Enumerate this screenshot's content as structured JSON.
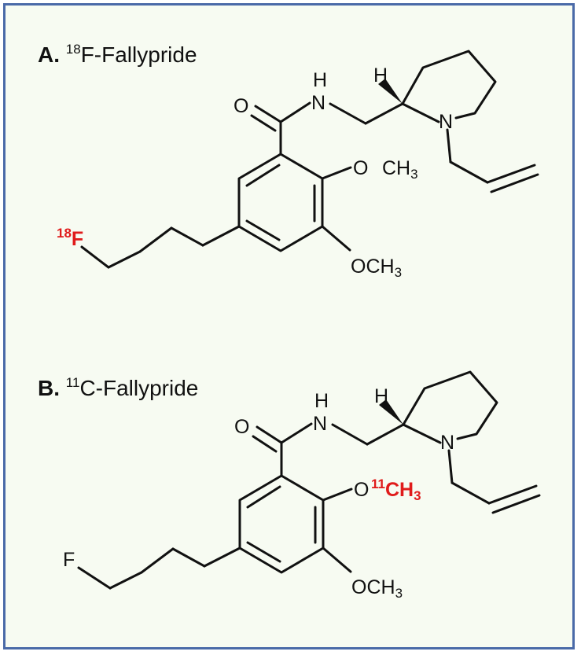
{
  "panel_a": {
    "letter": "A.",
    "isotope": "18",
    "name": "F-Fallypride",
    "labels": {
      "h": "H",
      "n_amide": "N",
      "h_amide": "H",
      "o_carbonyl": "O",
      "o_methoxy": "O",
      "methyl_ch": "CH",
      "methyl_sub": "3",
      "n_ring": "N",
      "och": "OCH",
      "och_sub": "3",
      "fluoro_isotope": "18",
      "fluoro": "F"
    }
  },
  "panel_b": {
    "letter": "B.",
    "isotope": "11",
    "name": "C-Fallypride",
    "labels": {
      "h": "H",
      "n_amide": "N",
      "h_amide": "H",
      "o_carbonyl": "O",
      "o_methoxy": "O",
      "methyl_isotope": "11",
      "methyl_ch": "CH",
      "methyl_sub": "3",
      "n_ring": "N",
      "och": "OCH",
      "och_sub": "3",
      "fluoro": "F"
    }
  },
  "colors": {
    "border": "#4a6aa8",
    "background": "#f7fbf2",
    "ink": "#111111",
    "isotope_label": "#e01b1b"
  }
}
